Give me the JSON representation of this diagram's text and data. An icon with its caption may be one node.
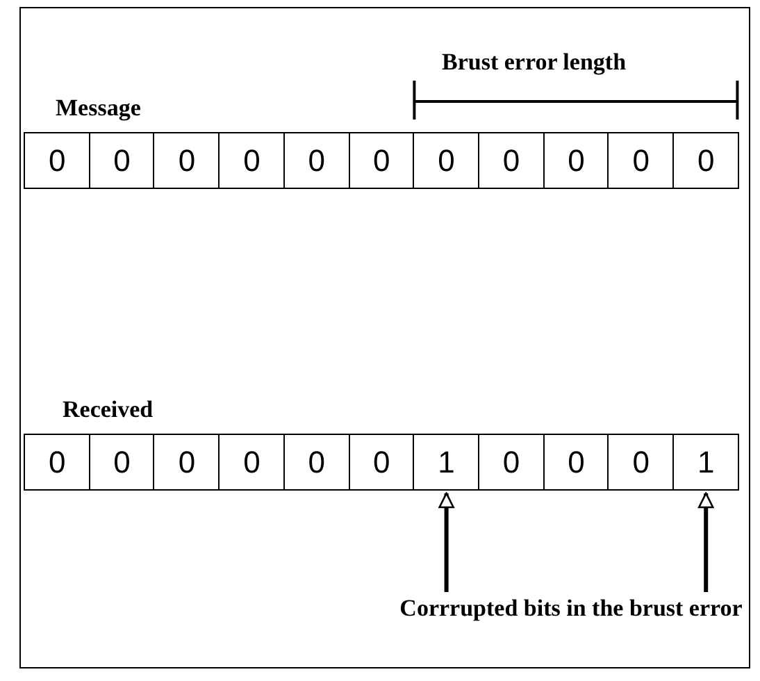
{
  "diagram": {
    "nodes": [
      {
        "text": [
          "0"
        ]
      },
      {
        "text": [
          "0"
        ]
      },
      {
        "text": [
          "0"
        ]
      },
      {
        "text": [
          "0"
        ]
      },
      {
        "text": [
          "0"
        ]
      },
      {
        "text": [
          "0"
        ]
      },
      {
        "text": [
          "0"
        ]
      },
      {
        "text": [
          "0"
        ]
      },
      {
        "text": [
          "0"
        ]
      },
      {
        "text": [
          "0"
        ]
      },
      {
        "text": [
          "0"
        ]
      },
      {
        "text": [
          "0"
        ]
      },
      {
        "text": [
          "0"
        ]
      },
      {
        "text": [
          "0"
        ]
      },
      {
        "text": [
          "0"
        ]
      },
      {
        "text": [
          "0"
        ]
      },
      {
        "text": [
          "0"
        ]
      },
      {
        "text": [
          "1"
        ]
      },
      {
        "text": [
          "0"
        ]
      },
      {
        "text": [
          "0"
        ]
      },
      {
        "text": [
          "0"
        ]
      },
      {
        "text": [
          "1"
        ]
      },
      {
        "text": [
          "Corrrupted bits in the brust error"
        ]
      }
    ],
    "edges": [
      {
        "from": 22,
        "to": 17,
        "arrow": "to"
      },
      {
        "from": 22,
        "to": 21,
        "arrow": "to"
      }
    ],
    "labels": [
      "Brust error length",
      "Message",
      "Received"
    ]
  }
}
